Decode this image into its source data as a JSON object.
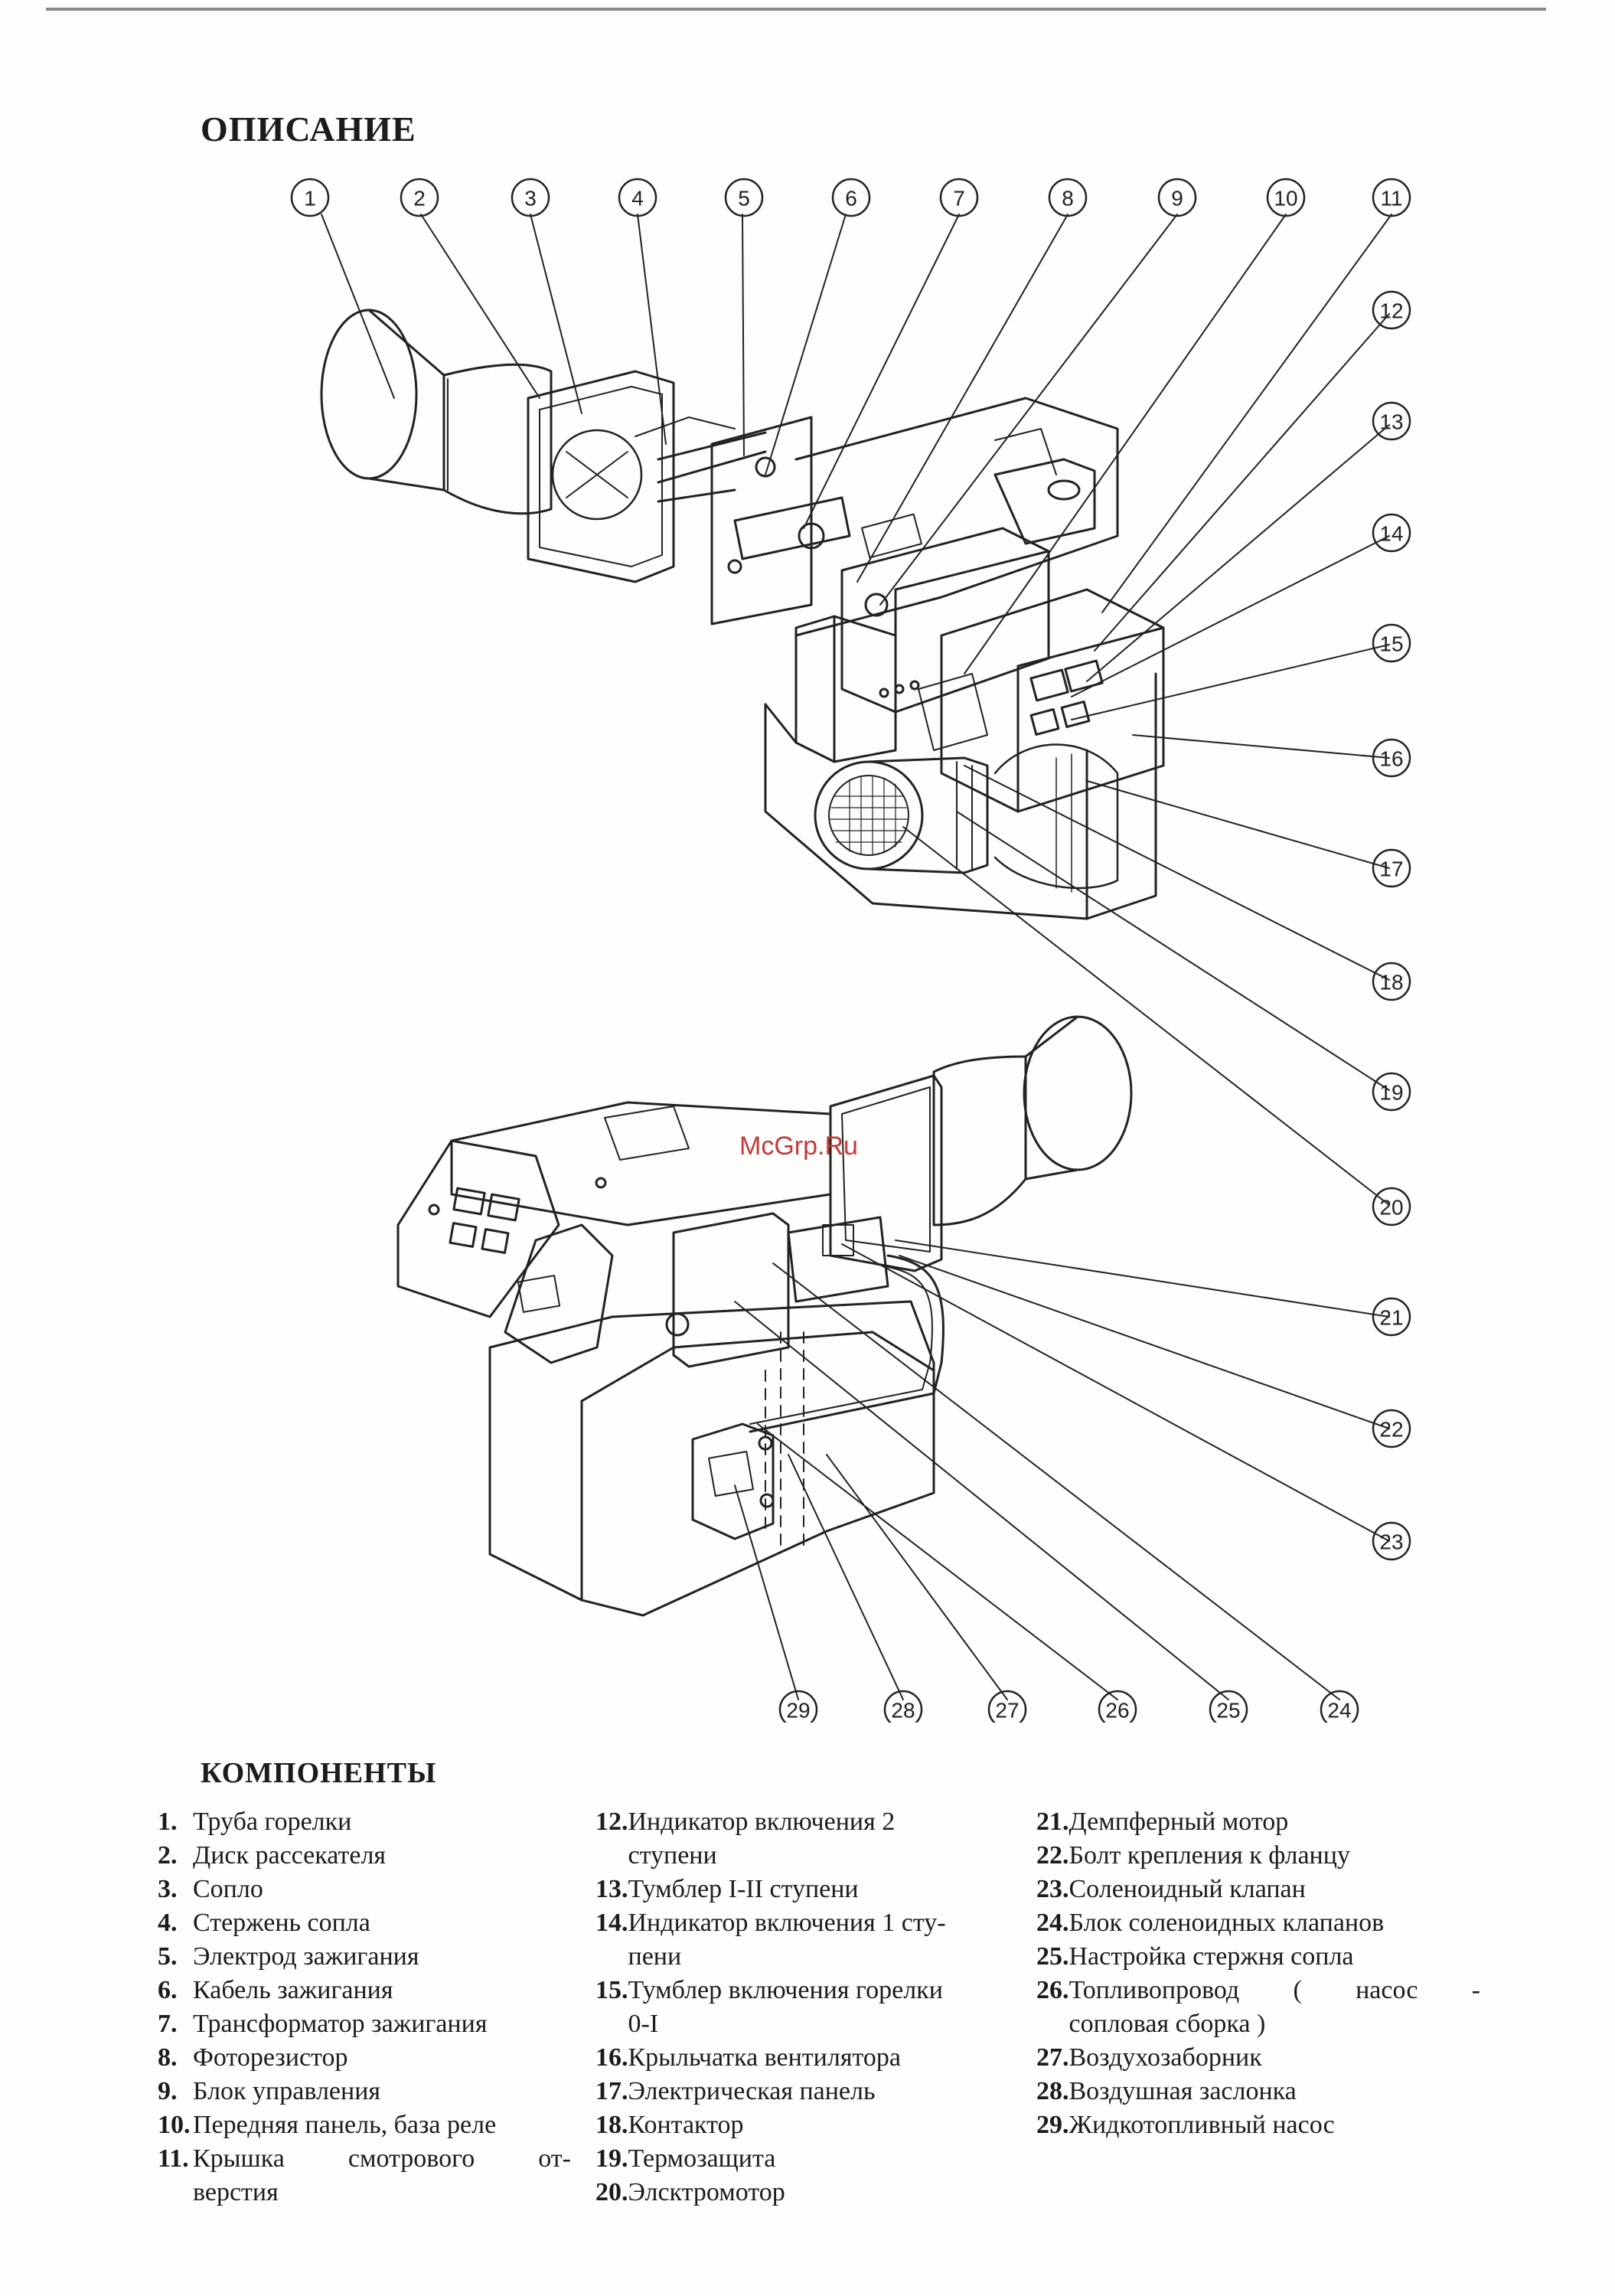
{
  "header": {
    "title": "ОПИСАНИЕ"
  },
  "watermark": "McGrp.Ru",
  "callouts": [
    "1",
    "2",
    "3",
    "4",
    "5",
    "6",
    "7",
    "8",
    "9",
    "10",
    "11",
    "12",
    "13",
    "14",
    "15",
    "16",
    "17",
    "18",
    "19",
    "20",
    "21",
    "22",
    "23",
    "24",
    "25",
    "26",
    "27",
    "28",
    "29"
  ],
  "components": {
    "title": "КОМПОНЕНТЫ",
    "col1": [
      {
        "num": "1.",
        "lines": [
          "Труба горелки"
        ]
      },
      {
        "num": "2.",
        "lines": [
          "Диск рассекателя"
        ]
      },
      {
        "num": "3.",
        "lines": [
          "Сопло"
        ]
      },
      {
        "num": "4.",
        "lines": [
          "Стержень сопла"
        ]
      },
      {
        "num": "5.",
        "lines": [
          "Электрод зажигания"
        ]
      },
      {
        "num": "6.",
        "lines": [
          "Кабель зажигания"
        ]
      },
      {
        "num": "7.",
        "lines": [
          "Трансформатор зажигания"
        ]
      },
      {
        "num": "8.",
        "lines": [
          "Фоторезистор"
        ]
      },
      {
        "num": "9.",
        "lines": [
          "Блок управления"
        ]
      },
      {
        "num": "10.",
        "lines": [
          "Передняя панель, база реле"
        ]
      },
      {
        "num": "11.",
        "lines": [
          "Крышка смотрового от-",
          "верстия"
        ]
      }
    ],
    "col2": [
      {
        "num": "12.",
        "lines": [
          "Индикатор включения 2",
          "ступени"
        ]
      },
      {
        "num": "13.",
        "lines": [
          "Тумблер I-II ступени"
        ]
      },
      {
        "num": "14.",
        "lines": [
          "Индикатор включения 1 сту-",
          "пени"
        ]
      },
      {
        "num": "15.",
        "lines": [
          "Тумблер включения горелки",
          "0-I"
        ]
      },
      {
        "num": "16.",
        "lines": [
          "Крыльчатка вентилятора"
        ]
      },
      {
        "num": "17.",
        "lines": [
          "Электрическая панель"
        ]
      },
      {
        "num": "18.",
        "lines": [
          "Контактор"
        ]
      },
      {
        "num": "19.",
        "lines": [
          "Термозащита"
        ]
      },
      {
        "num": "20.",
        "lines": [
          "Элсктромотор"
        ]
      }
    ],
    "col3": [
      {
        "num": "21.",
        "lines": [
          "Демпферный мотор"
        ]
      },
      {
        "num": "22.",
        "lines": [
          "Болт крепления к фланцу"
        ]
      },
      {
        "num": "23.",
        "lines": [
          "Соленоидный клапан"
        ]
      },
      {
        "num": "24.",
        "lines": [
          "Блок соленоидных клапанов"
        ]
      },
      {
        "num": "25.",
        "lines": [
          "Настройка стержня сопла"
        ]
      },
      {
        "num": "26.",
        "lines": [
          "Топливопровод ( насос -",
          "сопловая сборка )"
        ]
      },
      {
        "num": "27.",
        "lines": [
          "Воздухозаборник"
        ]
      },
      {
        "num": "28.",
        "lines": [
          "Воздушная заслонка"
        ]
      },
      {
        "num": "29.",
        "lines": [
          "Жидкотопливный насос"
        ]
      }
    ]
  }
}
